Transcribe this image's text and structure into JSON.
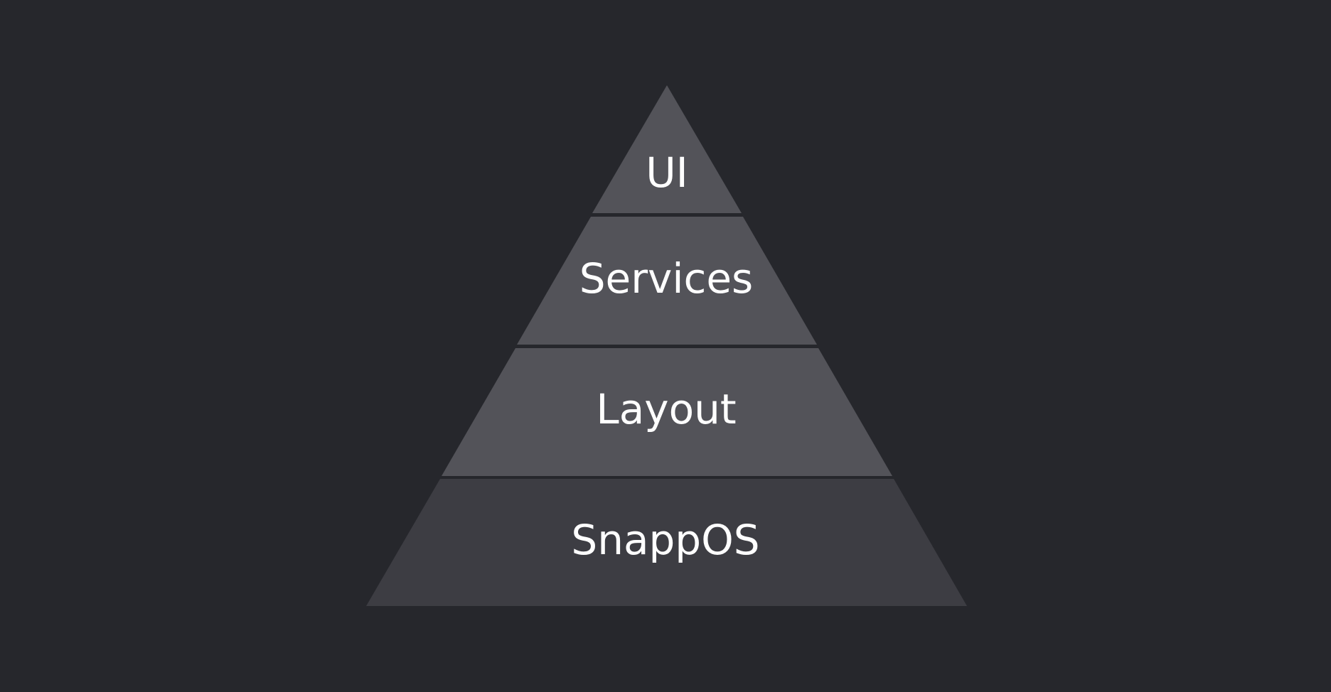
{
  "diagram": {
    "type": "pyramid",
    "background": "#26272c",
    "separator_color": "#2b2b30",
    "layers": [
      {
        "label": "UI",
        "color": "#535359"
      },
      {
        "label": "Services",
        "color": "#535359"
      },
      {
        "label": "Layout",
        "color": "#535359"
      },
      {
        "label": "SnappOS",
        "color": "#3d3d43"
      }
    ]
  }
}
